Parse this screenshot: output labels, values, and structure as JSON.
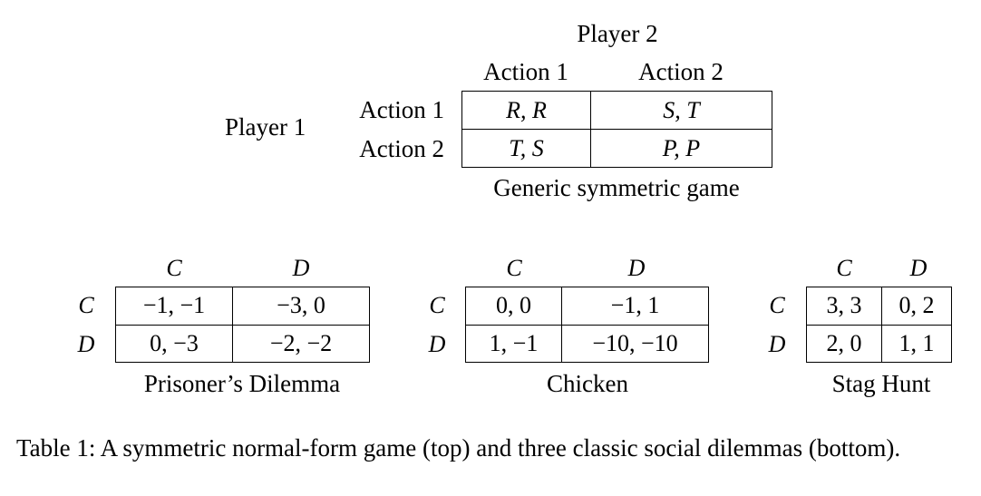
{
  "generic": {
    "col_player": "Player 2",
    "row_player": "Player 1",
    "col_actions": [
      "Action 1",
      "Action 2"
    ],
    "row_actions": [
      "Action 1",
      "Action 2"
    ],
    "cells": [
      [
        "R, R",
        "S, T"
      ],
      [
        "T, S",
        "P, P"
      ]
    ],
    "label": "Generic symmetric game"
  },
  "dilemmas": [
    {
      "name": "Prisoner’s Dilemma",
      "cols": [
        "C",
        "D"
      ],
      "rows": [
        "C",
        "D"
      ],
      "cells": [
        [
          "−1, −1",
          "−3, 0"
        ],
        [
          "0, −3",
          "−2, −2"
        ]
      ]
    },
    {
      "name": "Chicken",
      "cols": [
        "C",
        "D"
      ],
      "rows": [
        "C",
        "D"
      ],
      "cells": [
        [
          "0, 0",
          "−1, 1"
        ],
        [
          "1, −1",
          "−10, −10"
        ]
      ]
    },
    {
      "name": "Stag Hunt",
      "cols": [
        "C",
        "D"
      ],
      "rows": [
        "C",
        "D"
      ],
      "cells": [
        [
          "3, 3",
          "0, 2"
        ],
        [
          "2, 0",
          "1, 1"
        ]
      ]
    }
  ],
  "caption": "Table 1: A symmetric normal-form game (top) and three classic social dilemmas (bottom)."
}
